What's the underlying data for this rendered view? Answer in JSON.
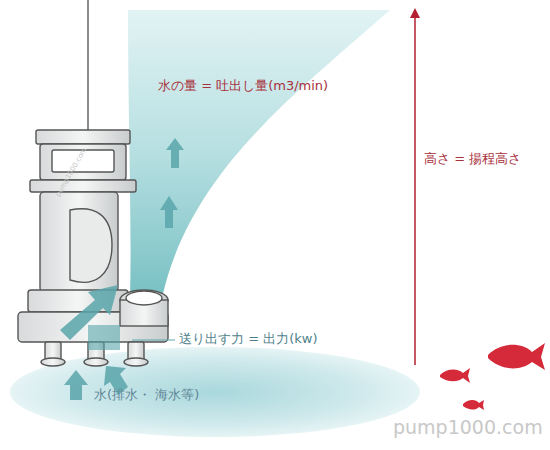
{
  "diagram": {
    "labels": [
      "水の量 = 吐出し量(m3/min)",
      "高さ = 揚程高さ",
      "送り出す力 = 出力(kw)",
      "水(排水・ 海水等)",
      "pump1000.com",
      "pump1000.com"
    ]
  }
}
